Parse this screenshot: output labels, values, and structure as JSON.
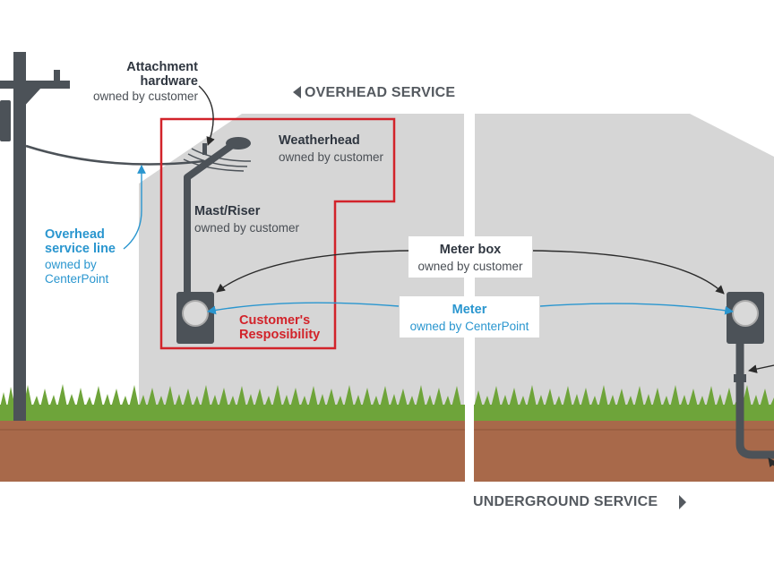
{
  "labels": {
    "attachment": {
      "title_1": "Attachment",
      "title_2": "hardware",
      "sub": "owned by customer"
    },
    "weatherhead": {
      "title": "Weatherhead",
      "sub": "owned by customer"
    },
    "mast": {
      "title": "Mast/Riser",
      "sub": "owned by customer"
    },
    "overhead_line": {
      "title_1": "Overhead",
      "title_2": "service line",
      "sub_1": "owned by",
      "sub_2": "CenterPoint"
    },
    "meter_box": {
      "title": "Meter box",
      "sub": "owned by customer"
    },
    "meter": {
      "title": "Meter",
      "sub": "owned by CenterPoint"
    },
    "responsibility": {
      "line_1": "Customer's",
      "line_2": "Resposibility"
    }
  },
  "sections": {
    "overhead": "OVERHEAD SERVICE",
    "underground": "UNDERGROUND SERVICE"
  },
  "colors": {
    "house": "#d6d6d6",
    "pole": "#4c5258",
    "conduit": "#4c5258",
    "soil": "#a8694a",
    "grass": "#6ea43a",
    "responsibility_outline": "#d2232a",
    "callout_dark": "#2b2b2b",
    "callout_blue": "#2a96cf"
  }
}
